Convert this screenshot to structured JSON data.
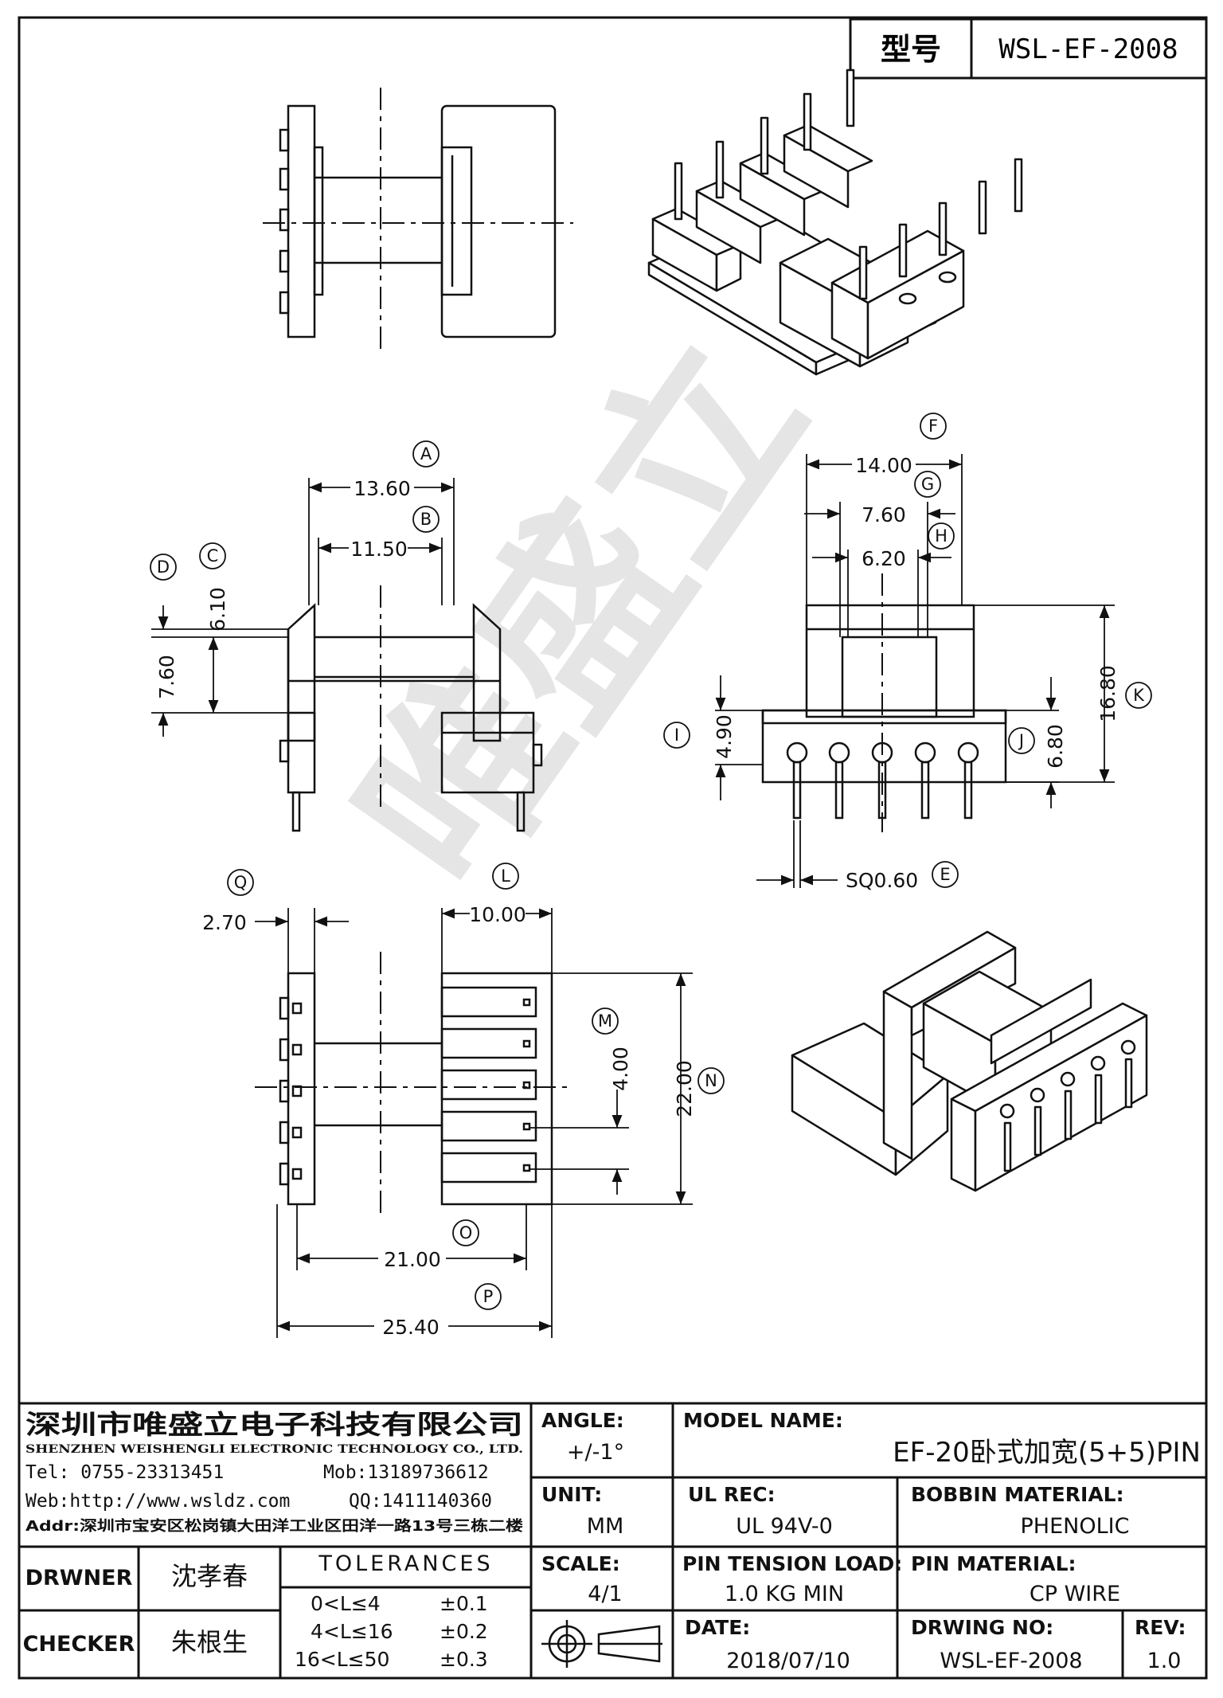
{
  "header": {
    "model_label": "型号",
    "model_no": "WSL-EF-2008"
  },
  "dimensions": [
    {
      "value": "13.60",
      "letter": "A"
    },
    {
      "value": "11.50",
      "letter": "B"
    },
    {
      "value": "6.10",
      "letter": "C"
    },
    {
      "value": "7.60",
      "letter": "D"
    },
    {
      "value": "SQ0.60",
      "letter": "E"
    },
    {
      "value": "14.00",
      "letter": "F"
    },
    {
      "value": "7.60",
      "letter": "G"
    },
    {
      "value": "6.20",
      "letter": "H"
    },
    {
      "value": "4.90",
      "letter": "I"
    },
    {
      "value": "6.80",
      "letter": "J"
    },
    {
      "value": "16.80",
      "letter": "K"
    },
    {
      "value": "10.00",
      "letter": "L"
    },
    {
      "value": "4.00",
      "letter": "M"
    },
    {
      "value": "22.00",
      "letter": "N"
    },
    {
      "value": "21.00",
      "letter": "O"
    },
    {
      "value": "25.40",
      "letter": "P"
    },
    {
      "value": "2.70",
      "letter": "Q"
    }
  ],
  "watermark": "唯盛立",
  "company": {
    "name_cn": "深圳市唯盛立电子科技有限公司",
    "name_en": "SHENZHEN WEISHENGLI ELECTRONIC TECHNOLOGY CO., LTD.",
    "tel": "Tel: 0755-23313451",
    "mob": "Mob:13189736612",
    "web": "Web:http://www.wsldz.com",
    "qq": "QQ:1411140360",
    "addr": "Addr:深圳市宝安区松岗镇大田洋工业区田洋一路13号三栋二楼"
  },
  "title_block": {
    "angle_label": "ANGLE:",
    "angle_value": "+/-1°",
    "unit_label": "UNIT:",
    "unit_value": "MM",
    "scale_label": "SCALE:",
    "scale_value": "4/1",
    "model_name_label": "MODEL NAME:",
    "model_name_value": "EF-20卧式加宽(5+5)PIN",
    "ul_label": "UL REC:",
    "ul_value": "UL 94V-0",
    "bobbin_label": "BOBBIN MATERIAL:",
    "bobbin_value": "PHENOLIC",
    "pin_tension_label": "PIN TENSION LOAD:",
    "pin_tension_value": "1.0 KG MIN",
    "pin_material_label": "PIN MATERIAL:",
    "pin_material_value": "CP WIRE",
    "date_label": "DATE:",
    "date_value": "2018/07/10",
    "drawing_no_label": "DRWING NO:",
    "drawing_no_value": "WSL-EF-2008",
    "rev_label": "REV:",
    "rev_value": "1.0",
    "drwner_label": "DRWNER",
    "drwner_value": "沈孝春",
    "checker_label": "CHECKER",
    "checker_value": "朱根生",
    "tolerances_label": "TOLERANCES",
    "tolerances": [
      {
        "range": "0<L≤4",
        "tol": "±0.1"
      },
      {
        "range": "4<L≤16",
        "tol": "±0.2"
      },
      {
        "range": "16<L≤50",
        "tol": "±0.3"
      }
    ]
  }
}
